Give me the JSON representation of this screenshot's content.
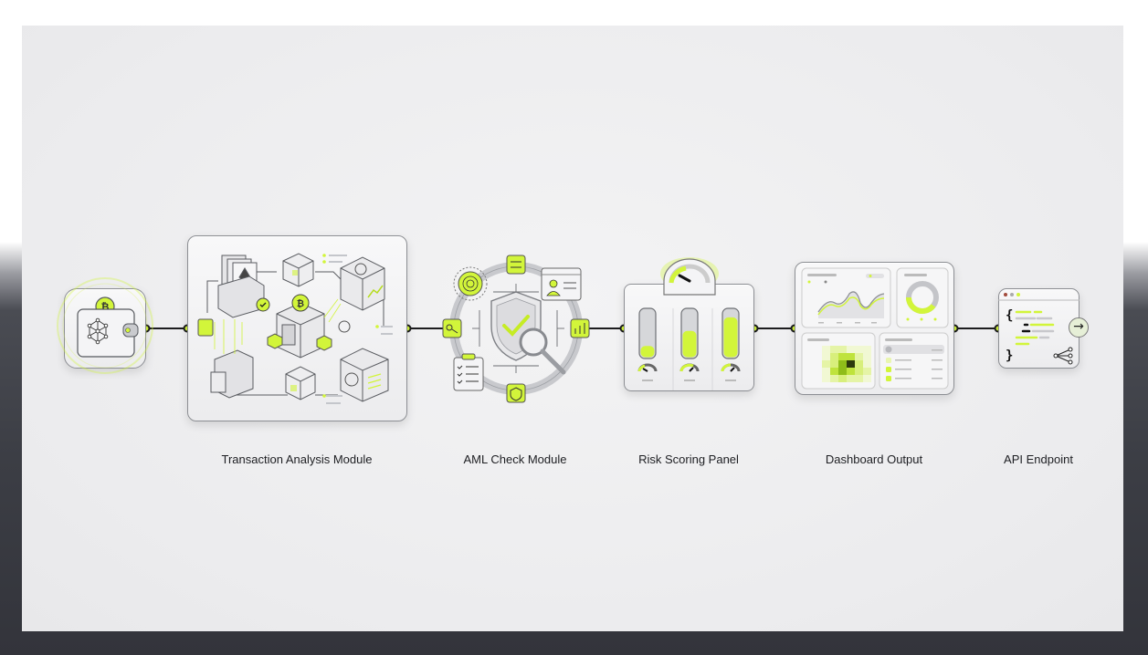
{
  "diagram": {
    "type": "pipeline-flow",
    "accent_color": "#d2f53a",
    "line_color": "#1c1c1e",
    "stages": [
      {
        "id": "wallet",
        "label": "",
        "icon": "crypto-wallet-icon"
      },
      {
        "id": "transaction-analysis",
        "label": "Transaction Analysis Module",
        "icon": "blockchain-cubes-icon"
      },
      {
        "id": "aml-check",
        "label": "AML Check Module",
        "icon": "shield-check-magnifier-icon"
      },
      {
        "id": "risk-scoring",
        "label": "Risk Scoring Panel",
        "icon": "gauge-bars-icon"
      },
      {
        "id": "dashboard-output",
        "label": "Dashboard Output",
        "icon": "dashboard-icon"
      },
      {
        "id": "api-endpoint",
        "label": "API Endpoint",
        "icon": "code-window-icon"
      }
    ],
    "connections": [
      {
        "from": "wallet",
        "to": "transaction-analysis"
      },
      {
        "from": "transaction-analysis",
        "to": "aml-check"
      },
      {
        "from": "aml-check",
        "to": "risk-scoring"
      },
      {
        "from": "risk-scoring",
        "to": "dashboard-output"
      },
      {
        "from": "dashboard-output",
        "to": "api-endpoint"
      }
    ],
    "risk_scoring": {
      "bar_levels": [
        0.25,
        0.55,
        0.82
      ]
    }
  }
}
